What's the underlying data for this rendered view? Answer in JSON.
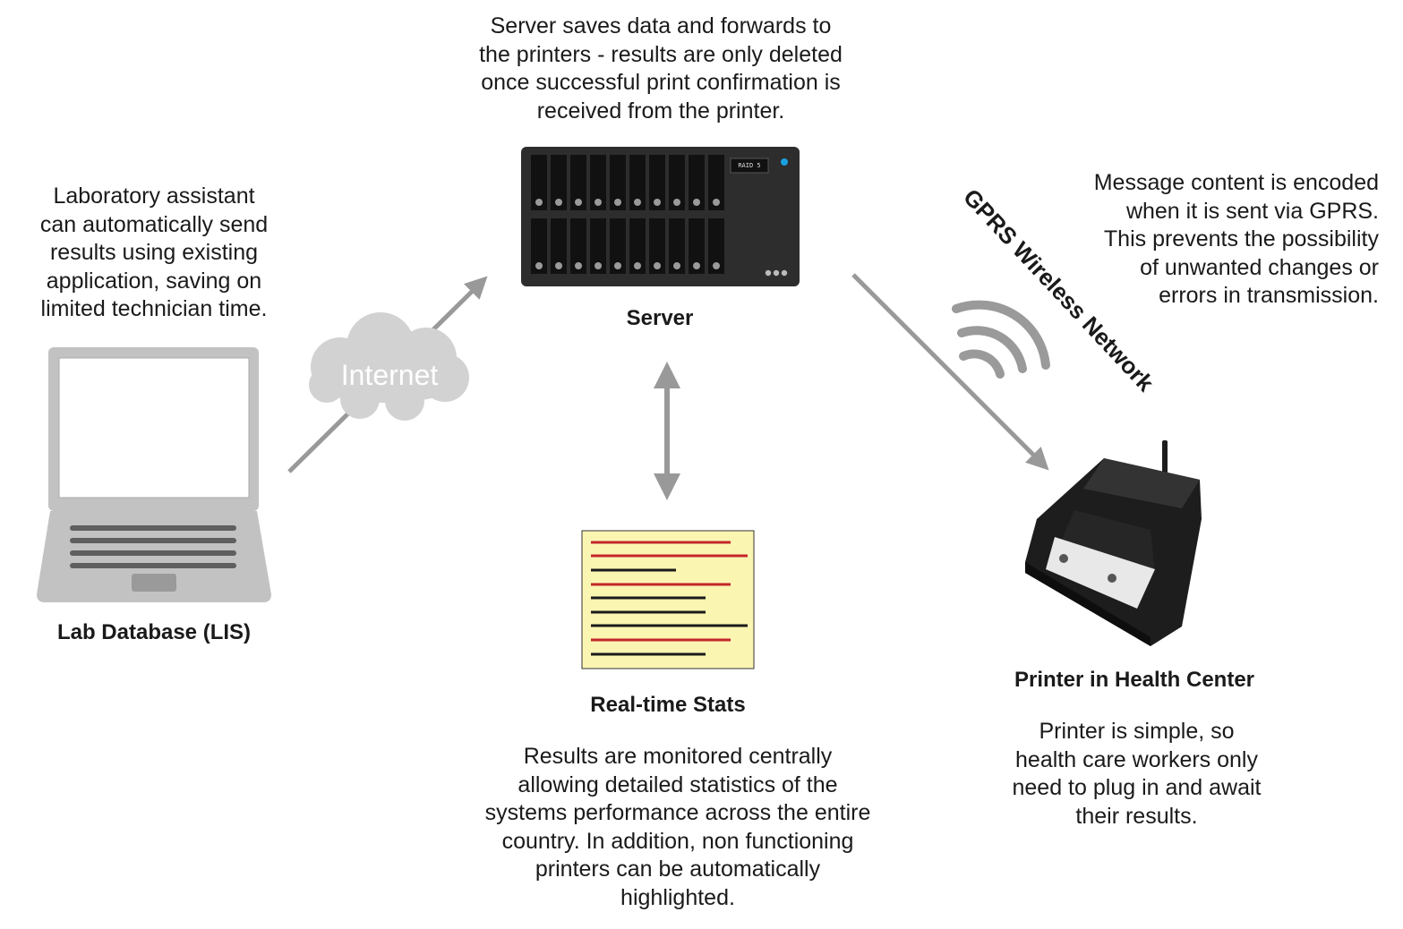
{
  "server": {
    "description": "Server saves data and forwards to\nthe printers - results are only deleted\nonce successful print confirmation is\nreceived from the printer.",
    "label": "Server",
    "raid_text": "RAID 5"
  },
  "lab": {
    "description": "Laboratory assistant\ncan automatically send\nresults using existing\napplication, saving on\nlimited technician time.",
    "label": "Lab Database (LIS)"
  },
  "internet": {
    "label": "Internet"
  },
  "gprs": {
    "network_label": "GPRS Wireless Network",
    "description": "Message content is encoded\nwhen it is sent via GPRS.\nThis prevents the possibility\nof unwanted changes or\nerrors in transmission."
  },
  "printer": {
    "label": "Printer in Health Center",
    "description": "Printer is simple, so\nhealth care workers only\nneed to plug in and await\ntheir results."
  },
  "stats": {
    "label": "Real-time Stats",
    "description": "Results are monitored centrally\nallowing detailed statistics of the\nsystems performance across the entire\ncountry. In addition, non functioning\nprinters can be automatically\nhighlighted."
  },
  "colors": {
    "arrow": "#999999",
    "server_body": "#2d2d2d",
    "laptop": "#c2c2c2",
    "stats_bg": "#fbf5b2",
    "stats_red": "#c3272b",
    "printer_body": "#1d1d1d",
    "server_led": "#1aa0e0"
  }
}
